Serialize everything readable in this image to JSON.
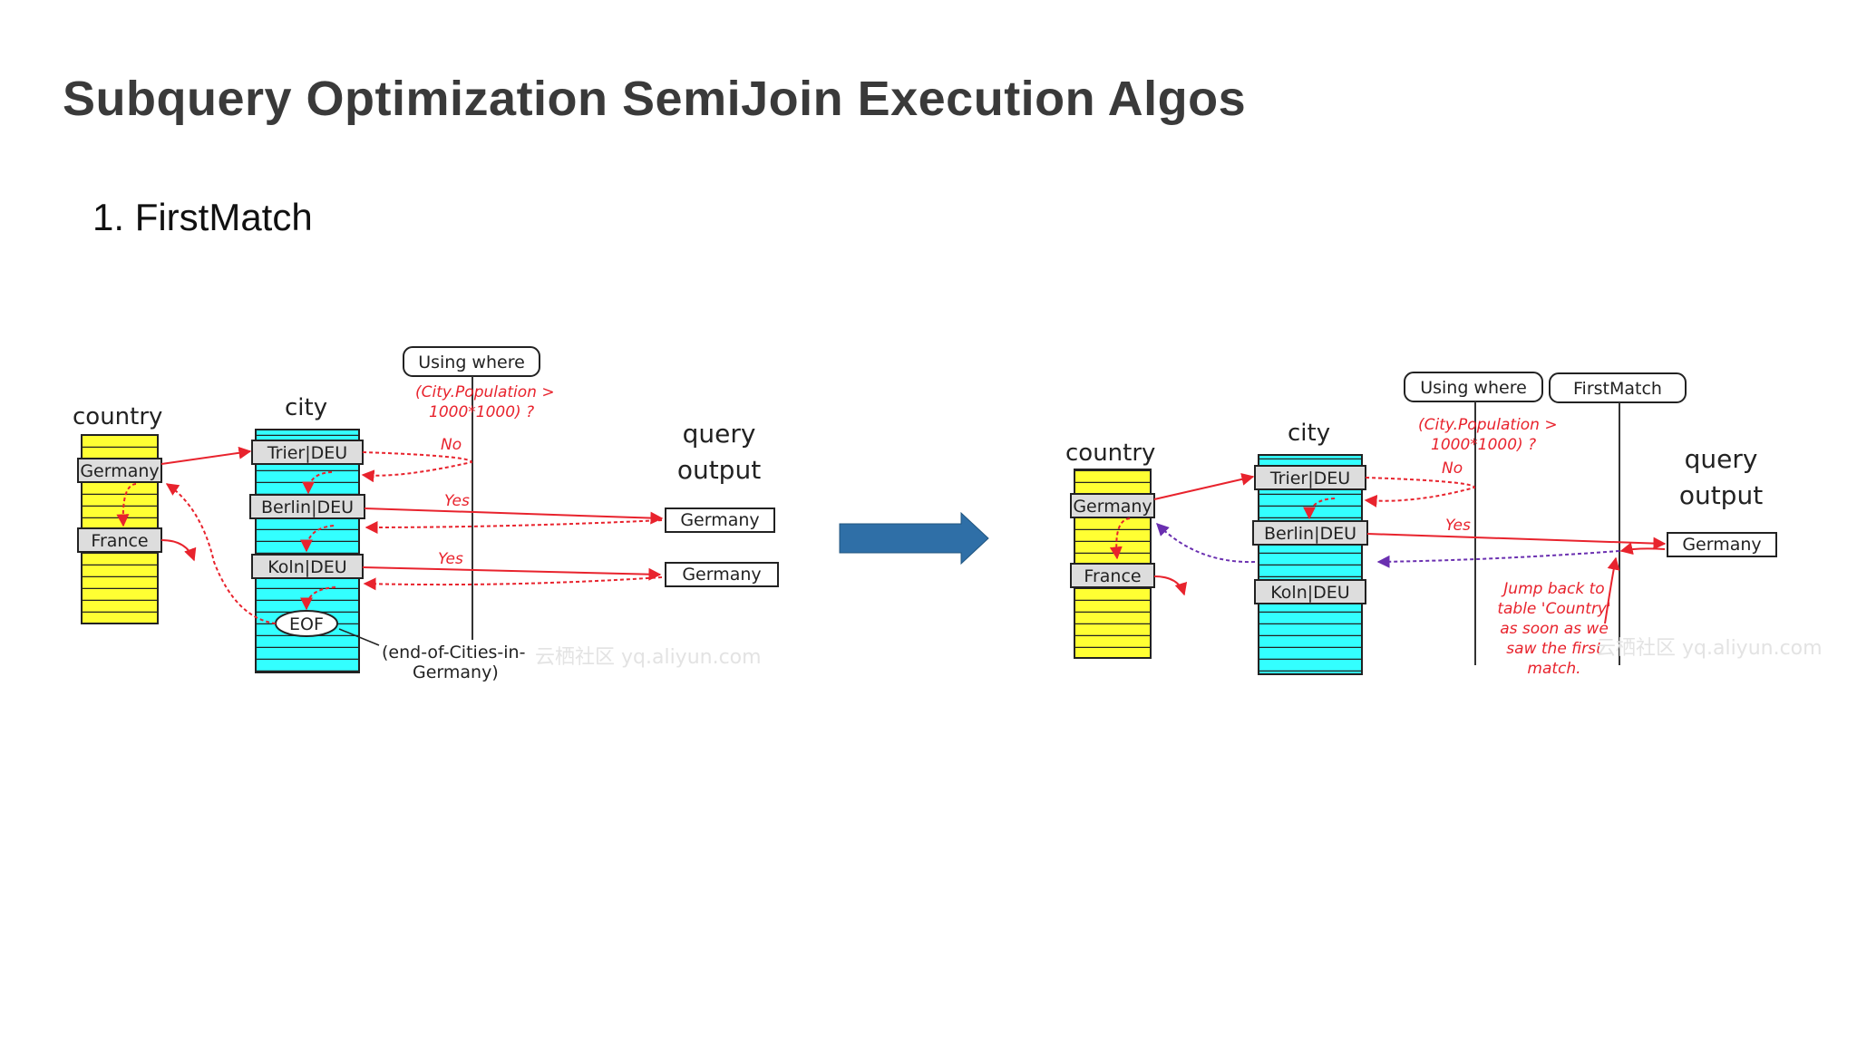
{
  "slide": {
    "title": "Subquery Optimization SemiJoin Execution Algos",
    "subtitle": "1. FirstMatch"
  },
  "left_diagram": {
    "country_label": "country",
    "city_label": "city",
    "using_where": "Using where",
    "condition_line1": "(City.Population >",
    "condition_line2": "1000*1000) ?",
    "query_label_line1": "query",
    "query_label_line2": "output",
    "country_rows": [
      "Germany",
      "France"
    ],
    "city_rows": [
      "Trier|DEU",
      "Berlin|DEU",
      "Koln|DEU"
    ],
    "eof": "EOF",
    "eof_note_line1": "(end-of-Cities-in-",
    "eof_note_line2": "Germany)",
    "no": "No",
    "yes1": "Yes",
    "yes2": "Yes",
    "outputs": [
      "Germany",
      "Germany"
    ],
    "watermark": "云栖社区 yq.aliyun.com"
  },
  "right_diagram": {
    "country_label": "country",
    "city_label": "city",
    "using_where": "Using where",
    "firstmatch": "FirstMatch",
    "condition_line1": "(City.Population >",
    "condition_line2": "1000*1000) ?",
    "query_label_line1": "query",
    "query_label_line2": "output",
    "country_rows": [
      "Germany",
      "France"
    ],
    "city_rows": [
      "Trier|DEU",
      "Berlin|DEU",
      "Koln|DEU"
    ],
    "no": "No",
    "yes": "Yes",
    "output": "Germany",
    "note_lines": [
      "Jump back to",
      "table 'Country'",
      "as soon as we",
      "saw the first",
      "match."
    ],
    "watermark": "云栖社区 yq.aliyun.com"
  },
  "colors": {
    "country_fill": "#ffff33",
    "city_fill": "#33ffff",
    "arrow_red": "#e8232d",
    "arrow_purple": "#6a2fb0",
    "big_arrow": "#2f6fa7"
  }
}
